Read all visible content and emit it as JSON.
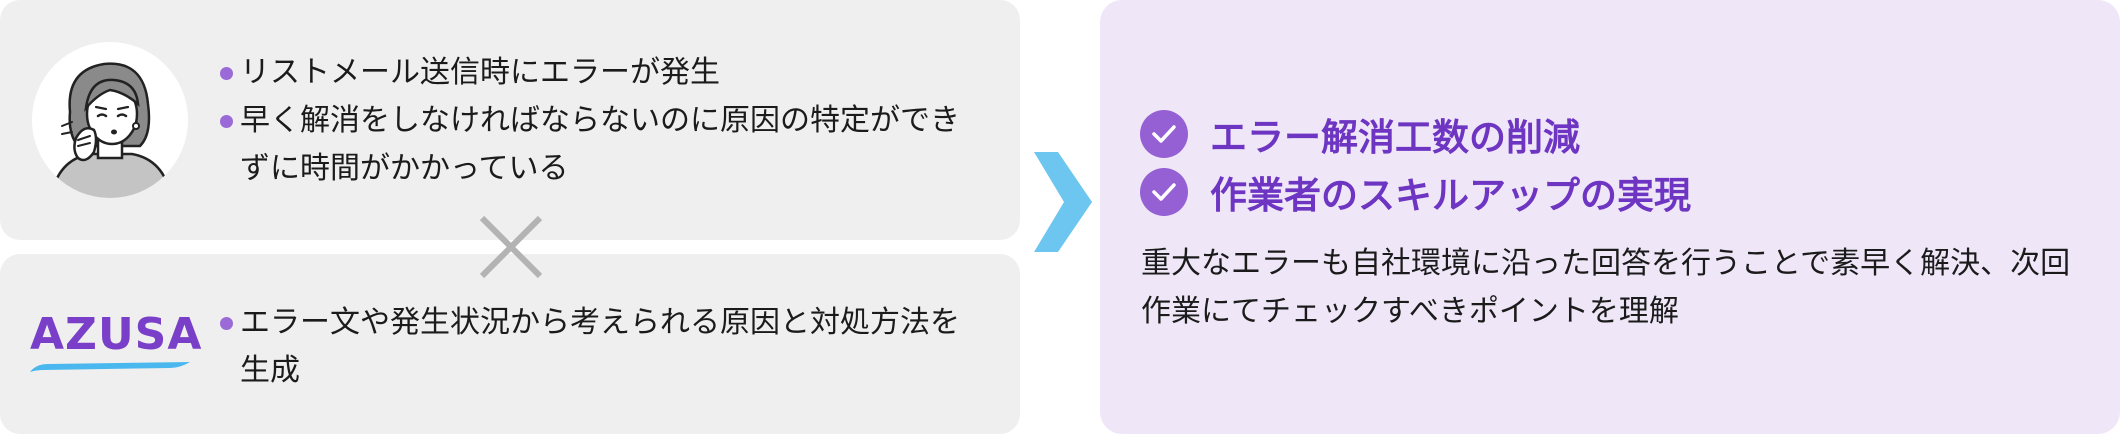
{
  "problem": {
    "bullets": [
      "リストメール送信時にエラーが発生",
      "早く解消をしなければならないのに原因の特定ができずに時間がかかっている"
    ]
  },
  "solution": {
    "logo_text": "AZUSA",
    "bullets": [
      "エラー文や発生状況から考えられる原因と対処方法を生成"
    ]
  },
  "result": {
    "benefits": [
      "エラー解消工数の削減",
      "作業者のスキルアップの実現"
    ],
    "description": "重大なエラーも自社環境に沿った回答を行うことで素早く解決、次回作業にてチェックすべきポイントを理解"
  },
  "icons": {
    "cross": "cross-icon",
    "arrow": "chevron-right-icon",
    "check": "check-circle-icon",
    "avatar": "worried-woman-illustration"
  },
  "colors": {
    "panel_gray": "#efefef",
    "panel_purple": "#efe7f8",
    "accent_purple": "#6d35c2",
    "bullet_purple": "#9a6ad6",
    "arrow_blue": "#6cc6ef",
    "logo_swoosh": "#4ab8ee"
  }
}
